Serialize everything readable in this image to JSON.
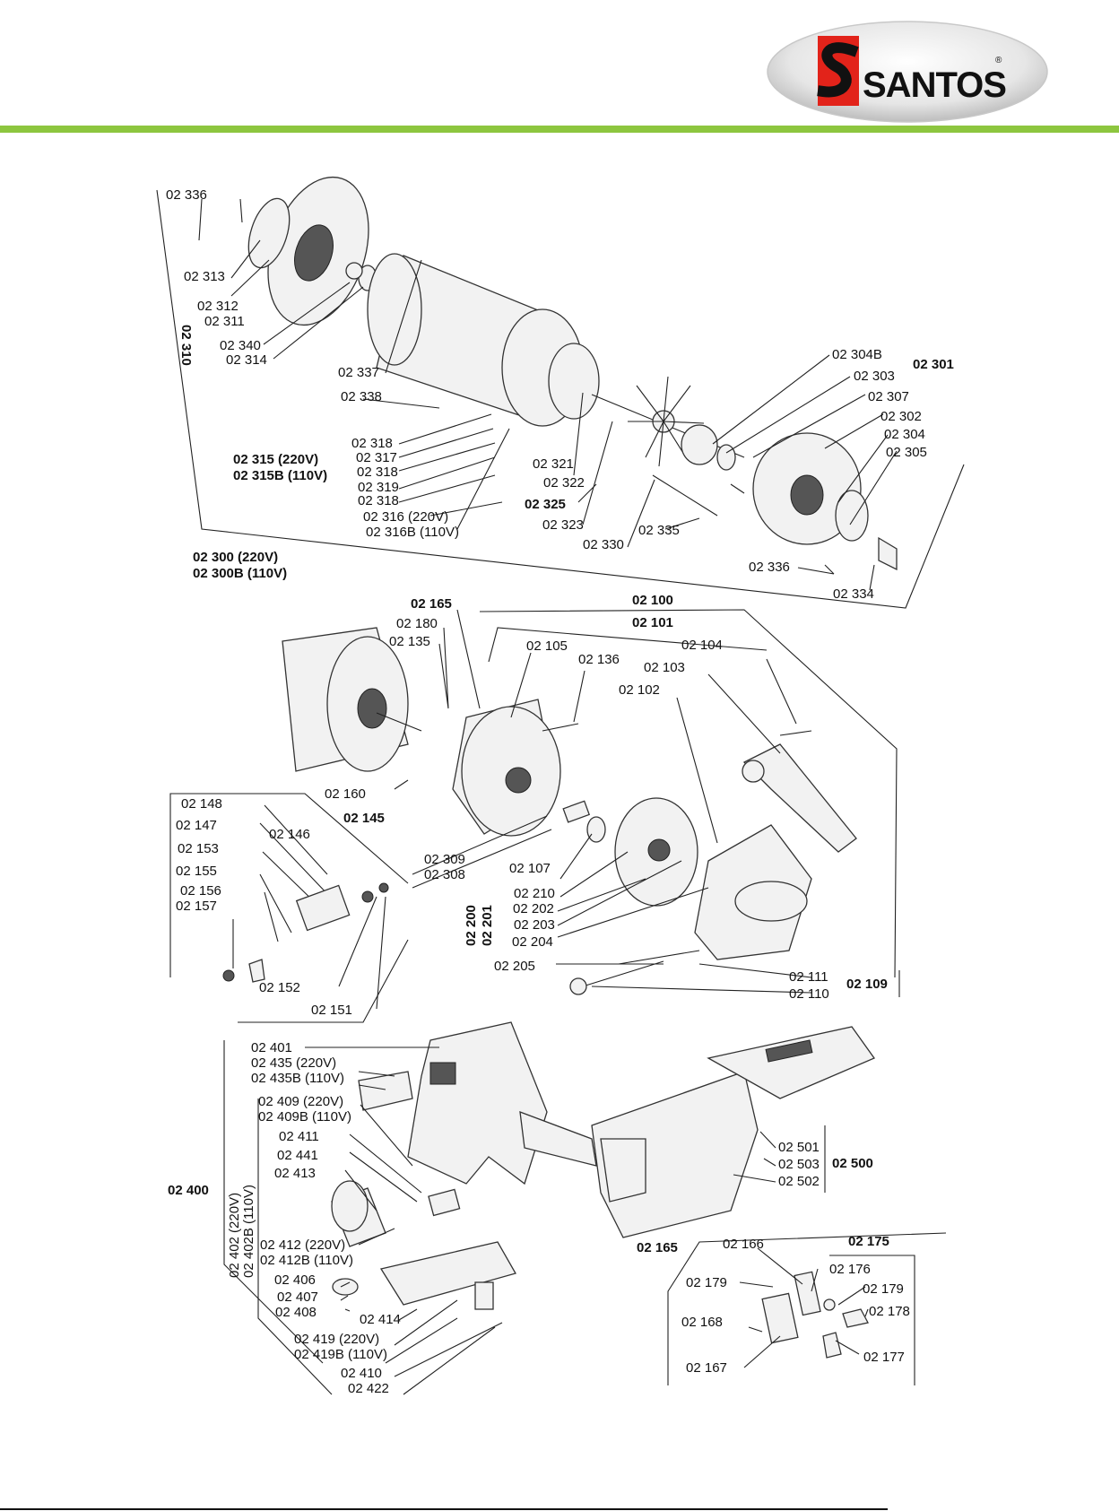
{
  "brand": {
    "name": "SANTOS",
    "reg_mark": "®",
    "accent_color": "#8dc63f",
    "logo_red": "#e2231a"
  },
  "labels": [
    {
      "id": "l1",
      "text": "02 336",
      "bold": false
    },
    {
      "id": "l2",
      "text": "02 313",
      "bold": false
    },
    {
      "id": "l3",
      "text": "02 312",
      "bold": false
    },
    {
      "id": "l4",
      "text": "02 311",
      "bold": false
    },
    {
      "id": "l5",
      "text": "02 310",
      "bold": true
    },
    {
      "id": "l6",
      "text": "02 340",
      "bold": false
    },
    {
      "id": "l7",
      "text": "02 314",
      "bold": false
    },
    {
      "id": "l8",
      "text": "02 337",
      "bold": false
    },
    {
      "id": "l9",
      "text": "02 338",
      "bold": false
    },
    {
      "id": "l10",
      "text": "02 318",
      "bold": false
    },
    {
      "id": "l11",
      "text": "02 317",
      "bold": false
    },
    {
      "id": "l12",
      "text": "02 318",
      "bold": false
    },
    {
      "id": "l13",
      "text": "02 319",
      "bold": false
    },
    {
      "id": "l14",
      "text": "02 318",
      "bold": false
    },
    {
      "id": "l15",
      "text": "02 315 (220V)",
      "bold": true
    },
    {
      "id": "l16",
      "text": "02 315B (110V)",
      "bold": true
    },
    {
      "id": "l17",
      "text": "02 316 (220V)",
      "bold": false
    },
    {
      "id": "l18",
      "text": "02 316B (110V)",
      "bold": false
    },
    {
      "id": "l19",
      "text": "02 321",
      "bold": false
    },
    {
      "id": "l20",
      "text": "02 322",
      "bold": false
    },
    {
      "id": "l21",
      "text": "02 325",
      "bold": true
    },
    {
      "id": "l22",
      "text": "02 323",
      "bold": false
    },
    {
      "id": "l23",
      "text": "02 330",
      "bold": false
    },
    {
      "id": "l24",
      "text": "02 335",
      "bold": false
    },
    {
      "id": "l25",
      "text": "02 304B",
      "bold": false
    },
    {
      "id": "l26",
      "text": "02 301",
      "bold": true
    },
    {
      "id": "l27",
      "text": "02 303",
      "bold": false
    },
    {
      "id": "l28",
      "text": "02 307",
      "bold": false
    },
    {
      "id": "l29",
      "text": "02 302",
      "bold": false
    },
    {
      "id": "l30",
      "text": "02 304",
      "bold": false
    },
    {
      "id": "l31",
      "text": "02 305",
      "bold": false
    },
    {
      "id": "l32",
      "text": "02 336",
      "bold": false
    },
    {
      "id": "l33",
      "text": "02 334",
      "bold": false
    },
    {
      "id": "l34",
      "text": "02 300 (220V)",
      "bold": true
    },
    {
      "id": "l35",
      "text": "02 300B (110V)",
      "bold": true
    },
    {
      "id": "l36",
      "text": "02 165",
      "bold": true
    },
    {
      "id": "l37",
      "text": "02 180",
      "bold": false
    },
    {
      "id": "l38",
      "text": "02 135",
      "bold": false
    },
    {
      "id": "l39",
      "text": "02 100",
      "bold": true
    },
    {
      "id": "l40",
      "text": "02 101",
      "bold": true
    },
    {
      "id": "l41",
      "text": "02 105",
      "bold": false
    },
    {
      "id": "l42",
      "text": "02 136",
      "bold": false
    },
    {
      "id": "l43",
      "text": "02 104",
      "bold": false
    },
    {
      "id": "l44",
      "text": "02 103",
      "bold": false
    },
    {
      "id": "l45",
      "text": "02 102",
      "bold": false
    },
    {
      "id": "l46",
      "text": "02 160",
      "bold": false
    },
    {
      "id": "l47",
      "text": "02 145",
      "bold": true
    },
    {
      "id": "l48",
      "text": "02 148",
      "bold": false
    },
    {
      "id": "l49",
      "text": "02 147",
      "bold": false
    },
    {
      "id": "l50",
      "text": "02 146",
      "bold": false
    },
    {
      "id": "l51",
      "text": "02 153",
      "bold": false
    },
    {
      "id": "l52",
      "text": "02 155",
      "bold": false
    },
    {
      "id": "l53",
      "text": "02 156",
      "bold": false
    },
    {
      "id": "l54",
      "text": "02 157",
      "bold": false
    },
    {
      "id": "l55",
      "text": "02 152",
      "bold": false
    },
    {
      "id": "l56",
      "text": "02 151",
      "bold": false
    },
    {
      "id": "l57",
      "text": "02 309",
      "bold": false
    },
    {
      "id": "l58",
      "text": "02 308",
      "bold": false
    },
    {
      "id": "l59",
      "text": "02 107",
      "bold": false
    },
    {
      "id": "l60",
      "text": "02 210",
      "bold": false
    },
    {
      "id": "l61",
      "text": "02 202",
      "bold": false
    },
    {
      "id": "l62",
      "text": "02 203",
      "bold": false
    },
    {
      "id": "l63",
      "text": "02 204",
      "bold": false
    },
    {
      "id": "l64",
      "text": "02 201",
      "bold": true
    },
    {
      "id": "l65",
      "text": "02 200",
      "bold": true
    },
    {
      "id": "l66",
      "text": "02 205",
      "bold": false
    },
    {
      "id": "l67",
      "text": "02 111",
      "bold": false
    },
    {
      "id": "l68",
      "text": "02 110",
      "bold": false
    },
    {
      "id": "l69",
      "text": "02 109",
      "bold": true
    },
    {
      "id": "l70",
      "text": "02 401",
      "bold": false
    },
    {
      "id": "l71",
      "text": "02 435 (220V)",
      "bold": false
    },
    {
      "id": "l72",
      "text": "02 435B (110V)",
      "bold": false
    },
    {
      "id": "l73",
      "text": "02 409 (220V)",
      "bold": false
    },
    {
      "id": "l74",
      "text": "02 409B (110V)",
      "bold": false
    },
    {
      "id": "l75",
      "text": "02 411",
      "bold": false
    },
    {
      "id": "l76",
      "text": "02 441",
      "bold": false
    },
    {
      "id": "l77",
      "text": "02 413",
      "bold": false
    },
    {
      "id": "l78",
      "text": "02 400",
      "bold": true
    },
    {
      "id": "l79",
      "text": "02 402 (220V)",
      "bold": false
    },
    {
      "id": "l80",
      "text": "02 402B (110V)",
      "bold": false
    },
    {
      "id": "l81",
      "text": "02 412 (220V)",
      "bold": false
    },
    {
      "id": "l82",
      "text": "02 412B (110V)",
      "bold": false
    },
    {
      "id": "l83",
      "text": "02 406",
      "bold": false
    },
    {
      "id": "l84",
      "text": "02 407",
      "bold": false
    },
    {
      "id": "l85",
      "text": "02 408",
      "bold": false
    },
    {
      "id": "l86",
      "text": "02 414",
      "bold": false
    },
    {
      "id": "l87",
      "text": "02 419 (220V)",
      "bold": false
    },
    {
      "id": "l88",
      "text": "02 419B (110V)",
      "bold": false
    },
    {
      "id": "l89",
      "text": "02 410",
      "bold": false
    },
    {
      "id": "l90",
      "text": "02 422",
      "bold": false
    },
    {
      "id": "l91",
      "text": "02 501",
      "bold": false
    },
    {
      "id": "l92",
      "text": "02 503",
      "bold": false
    },
    {
      "id": "l93",
      "text": "02 502",
      "bold": false
    },
    {
      "id": "l94",
      "text": "02 500",
      "bold": true
    },
    {
      "id": "l95",
      "text": "02 165",
      "bold": true
    },
    {
      "id": "l96",
      "text": "02 166",
      "bold": false
    },
    {
      "id": "l97",
      "text": "02 175",
      "bold": true
    },
    {
      "id": "l98",
      "text": "02 176",
      "bold": false
    },
    {
      "id": "l99",
      "text": "02 179",
      "bold": false
    },
    {
      "id": "l100",
      "text": "02 179",
      "bold": false
    },
    {
      "id": "l101",
      "text": "02 178",
      "bold": false
    },
    {
      "id": "l102",
      "text": "02 168",
      "bold": false
    },
    {
      "id": "l103",
      "text": "02 167",
      "bold": false
    },
    {
      "id": "l104",
      "text": "02 177",
      "bold": false
    }
  ]
}
